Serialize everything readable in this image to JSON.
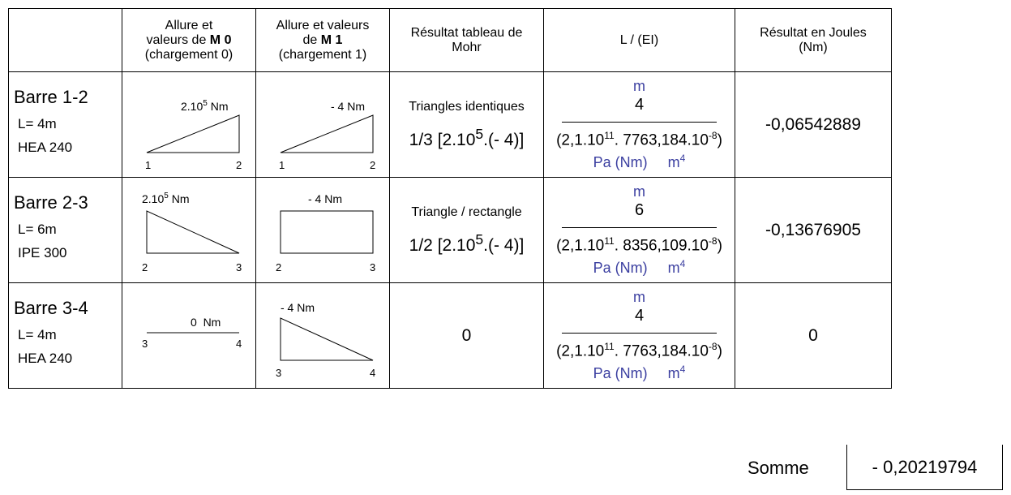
{
  "headers": {
    "col0": "",
    "col1_line1": "Allure et",
    "col1_line2a": "valeurs de ",
    "col1_line2b": "M 0",
    "col1_line3": "(chargement 0)",
    "col2_line1": "Allure et valeurs",
    "col2_line2a": "de ",
    "col2_line2b": "M 1",
    "col2_line3": "(chargement 1)",
    "col3_line1": "Résultat tableau de",
    "col3_line2": "Mohr",
    "col4": "L / (EI)",
    "col5_line1": "Résultat en Joules",
    "col5_line2": "(Nm)"
  },
  "rows": [
    {
      "name": "Barre 1-2",
      "length": "L= 4m",
      "profile": "HEA 240",
      "m0": {
        "label_base": "2.10",
        "label_exp": "5",
        "label_unit": " Nm",
        "left": "1",
        "right": "2"
      },
      "m1": {
        "label": "- 4 Nm",
        "left": "1",
        "right": "2"
      },
      "mohr_label": "Triangles identiques",
      "mohr_val_a": "1/3 [2.10",
      "mohr_val_exp": "5",
      "mohr_val_b": ".(- 4)]",
      "unit_m": "m",
      "num": "4",
      "den_a": "(2,1.10",
      "den_exp1": "11",
      "den_b": ". 7763,184.10",
      "den_exp2": "-8",
      "den_c": ")",
      "units_pa": "Pa (Nm)",
      "units_m4_base": "m",
      "units_m4_exp": "4",
      "result": "-0,06542889"
    },
    {
      "name": "Barre 2-3",
      "length": "L= 6m",
      "profile": "IPE 300",
      "m0": {
        "label_base": "2.10",
        "label_exp": "5",
        "label_unit": " Nm",
        "left": "2",
        "right": "3"
      },
      "m1": {
        "label": "- 4 Nm",
        "left": "2",
        "right": "3"
      },
      "mohr_label": "Triangle / rectangle",
      "mohr_val_a": "1/2 [2.10",
      "mohr_val_exp": "5",
      "mohr_val_b": ".(- 4)]",
      "unit_m": "m",
      "num": "6",
      "den_a": "(2,1.10",
      "den_exp1": "11",
      "den_b": ". 8356,109.10",
      "den_exp2": "-8",
      "den_c": ")",
      "units_pa": "Pa (Nm)",
      "units_m4_base": "m",
      "units_m4_exp": "4",
      "result": "-0,13676905"
    },
    {
      "name": "Barre 3-4",
      "length": "L= 4m",
      "profile": "HEA 240",
      "m0": {
        "label": "0  Nm",
        "left": "3",
        "right": "4"
      },
      "m1": {
        "label": "- 4 Nm",
        "left": "3",
        "right": "4"
      },
      "mohr_zero": "0",
      "unit_m": "m",
      "num": "4",
      "den_a": "(2,1.10",
      "den_exp1": "11",
      "den_b": ". 7763,184.10",
      "den_exp2": "-8",
      "den_c": ")",
      "units_pa": "Pa (Nm)",
      "units_m4_base": "m",
      "units_m4_exp": "4",
      "result": "0"
    }
  ],
  "footer": {
    "somme_label": "Somme",
    "somme_value": "- 0,20219794"
  },
  "colors": {
    "unit_blue": "#3b3fa0",
    "border": "#000000"
  }
}
